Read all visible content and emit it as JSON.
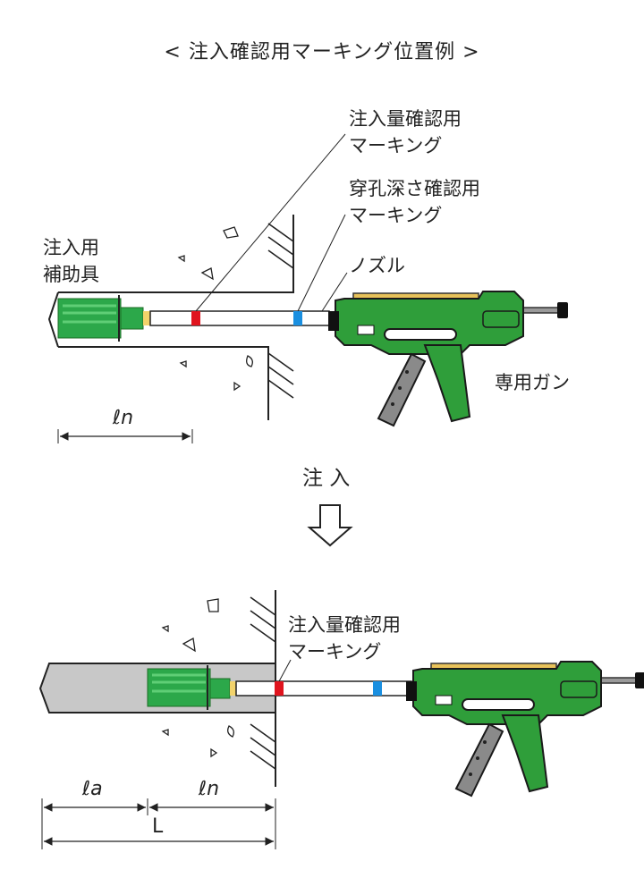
{
  "title": "< 注入確認用マーキング位置例 >",
  "top": {
    "aux_tool_label": [
      "注入用",
      "補助具"
    ],
    "inject_mark_label": [
      "注入量確認用",
      "マーキング"
    ],
    "depth_mark_label": [
      "穿孔深さ確認用",
      "マーキング"
    ],
    "nozzle_label": "ノズル",
    "gun_label": "専用ガン",
    "dim_ln": "ℓn"
  },
  "step": {
    "label": "注 入"
  },
  "bottom": {
    "inject_mark_label": [
      "注入量確認用",
      "マーキング"
    ],
    "dim_la": "ℓa",
    "dim_ln": "ℓn",
    "dim_L": "L"
  },
  "colors": {
    "inject_mark": "#e0141e",
    "depth_mark": "#1a8fe0",
    "aux_tool": "#2ca84a",
    "gun_body": "#2f9e3a",
    "gun_dark": "#1d6b24",
    "cartridge": "#e8c25a",
    "handle_grey": "#888888",
    "filled_adhesive": "#c8c8c8",
    "yellow_band": "#f2d36b"
  }
}
